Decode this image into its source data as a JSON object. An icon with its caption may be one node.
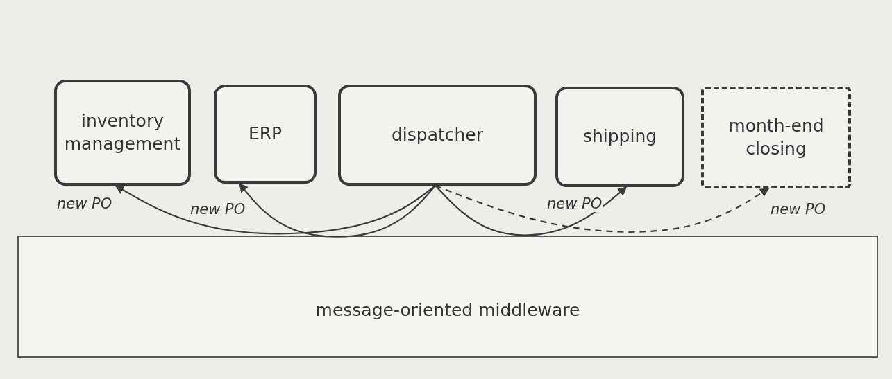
{
  "diagram": {
    "nodes": [
      {
        "text": [
          "inventory management"
        ]
      },
      {
        "text": [
          "ERP"
        ]
      },
      {
        "text": [
          "dispatcher"
        ]
      },
      {
        "text": [
          "shipping"
        ]
      },
      {
        "text": [
          "month-end closing"
        ]
      },
      {
        "text": [
          "message-oriented middleware"
        ]
      }
    ],
    "edges": [
      {
        "from": 2,
        "to": 0,
        "arrow": "to",
        "label": "new PO"
      },
      {
        "from": 2,
        "to": 1,
        "arrow": "to",
        "label": "new PO"
      },
      {
        "from": 2,
        "to": 3,
        "arrow": "to",
        "label": "new PO"
      },
      {
        "from": 2,
        "to": 4,
        "arrow": "to",
        "label": "new PO",
        "style": "dashed"
      }
    ]
  }
}
